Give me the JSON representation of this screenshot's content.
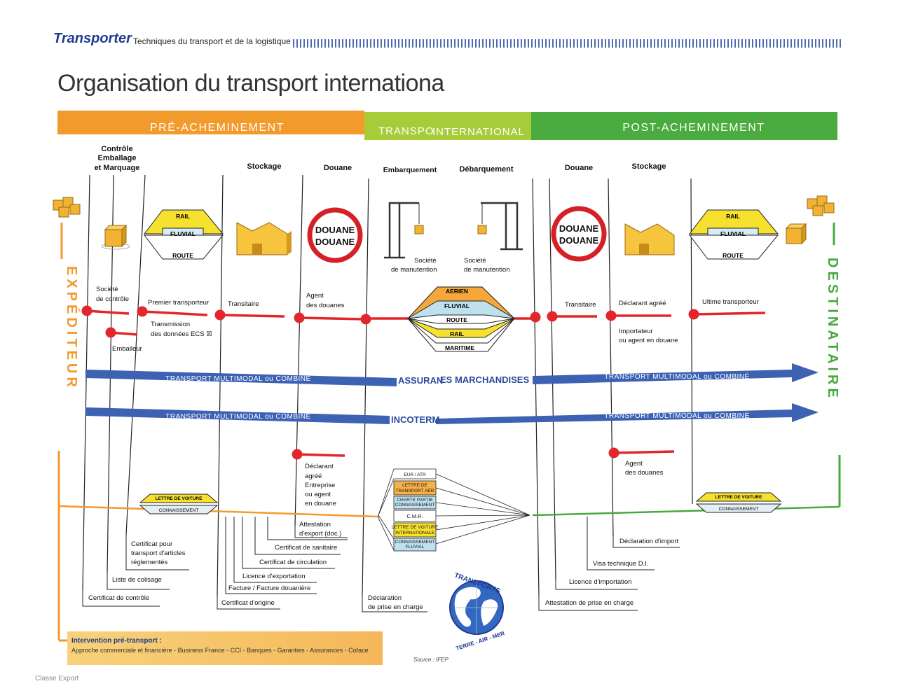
{
  "header": {
    "brand": "Transporter",
    "subtitle": "Techniques du transport et de la logistique"
  },
  "title": "Organisation du transport internationa",
  "colors": {
    "pre": "#f39a2d",
    "inter": "#9ec83a",
    "post": "#47a93e",
    "red": "#e3262b",
    "blue": "#3d62b4",
    "dark_blue": "#1f3b8f"
  },
  "phases": {
    "pre": "PRÉ-ACHEMINEMENT",
    "inter_left": "TRANSPO",
    "inter_right": "INTERNATIONAL",
    "post": "POST-ACHEMINEMENT"
  },
  "columns": {
    "controle": [
      "Contrôle",
      "Emballage",
      "et Marquage"
    ],
    "stockage_1": "Stockage",
    "douane_1": "Douane",
    "embarquement": "Embarquement",
    "debarquement": "Débarquement",
    "douane_2": "Douane",
    "stockage_2": "Stockage"
  },
  "side_labels": {
    "left": "EXPÉDITEUR",
    "right": "DESTINATAIRE"
  },
  "transport_modes": {
    "rail": "RAIL",
    "fluvial": "FLUVIAL",
    "route": "ROUTE"
  },
  "international_modes": [
    "AERIEN",
    "FLUVIAL",
    "ROUTE",
    "RAIL",
    "MARITIME"
  ],
  "douane_sign": "DOUANE",
  "handling": [
    "Société",
    "de manutention"
  ],
  "actors": {
    "societe_controle": [
      "Société",
      "de contrôle"
    ],
    "emballeur": "Emballeur",
    "premier_transporteur": "Premier transporteur",
    "transmission": [
      "Transmission",
      "des données ECS ☒"
    ],
    "transitaire_1": "Transitaire",
    "agent_douanes_1": [
      "Agent",
      "des douanes"
    ],
    "transitaire_2": "Transitaire",
    "declarant_agree": "Déclarant agréé",
    "importateur": [
      "Importateur",
      "ou agent en douane"
    ],
    "ultime_transporteur": "Ultime transporteur",
    "declarant_export": [
      "Déclarant",
      "agréé",
      "Entreprise",
      "ou agent",
      "en douane"
    ],
    "agent_douanes_2": [
      "Agent",
      "des douanes"
    ]
  },
  "bands": {
    "multimodal": "TRANSPORT MULTIMODAL ou COMBINÉ",
    "assurances": "ASSURANCES MARCHANDISES",
    "assurances_visible": "ASSURAN",
    "assurances_visible_2": "ES MARCHANDISES",
    "incoterms": "INCOTERM"
  },
  "documents_banner": {
    "lettre_voiture": "LETTRE DE VOITURE",
    "connaissement": "CONNAISSEMENT"
  },
  "international_docs": [
    [
      "EUR / ATR"
    ],
    [
      "LETTRE DE",
      "TRANSPORT AÉR"
    ],
    [
      "CHARTE PARTIE",
      "CONNAISSEMENT"
    ],
    [
      "C.M.R."
    ],
    [
      "LETTRE DE VOITURE",
      "INTERNATIONALE"
    ],
    [
      "CONNAISSEMENT",
      "FLUVIAL"
    ]
  ],
  "documents_pre": {
    "attestation_export": [
      "Attestation",
      "d'export (doc.)"
    ],
    "certificat_sanitaire": "Certificat de sanitaire",
    "certificat_circulation": "Certificat de circulation",
    "licence_exportation": "Licence d'exportation",
    "facture": "Facture / Facture douanière",
    "certificat_origine": "Certificat d'origine",
    "certificat_articles": [
      "Certificat pour",
      "transport d'articles",
      "réglementés"
    ],
    "liste_colisage": "Liste de colisage",
    "certificat_controle": "Certificat de contrôle",
    "declaration_prise_charge": [
      "Déclaration",
      "de prise en charge"
    ]
  },
  "documents_post": {
    "declaration_import": "Déclaration d'import",
    "visa_technique": "Visa technique D.I.",
    "licence_importation": "Licence d'importation",
    "attestation_prise_charge": "Attestation de prise en charge"
  },
  "intervention": {
    "title": "Intervention pré-transport :",
    "text": "Approche commerciale et financière - Business France - CCI - Banques - Garanties - Assurances - Coface"
  },
  "logo": {
    "top": "TRANSPORTS",
    "bottom": "TERRE - AIR - MER",
    "icon": "globe-icon"
  },
  "source": "Source : IFEP",
  "footer": "Classe Export"
}
